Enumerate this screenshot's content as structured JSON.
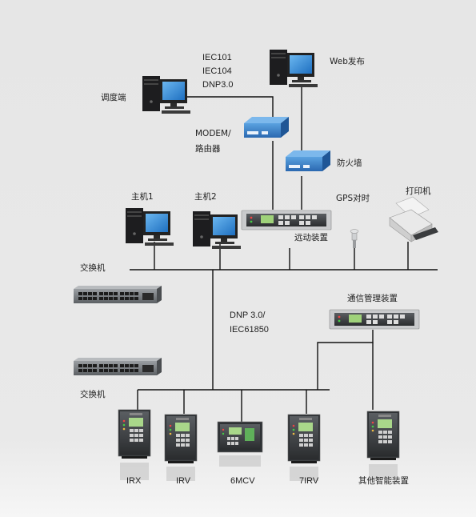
{
  "labels": {
    "protocols_top": [
      "IEC101",
      "IEC104",
      "DNP3.0"
    ],
    "web_publish": "Web发布",
    "dispatch": "调度端",
    "modem": [
      "MODEM/",
      "路由器"
    ],
    "firewall": "防火墙",
    "host1": "主机1",
    "host2": "主机2",
    "gps": "GPS对时",
    "printer": "打印机",
    "telecontrol": "远动装置",
    "switch_top": "交换机",
    "protocols_mid": [
      "DNP 3.0/",
      "IEC61850"
    ],
    "comm_mgmt": "通信管理装置",
    "switch_bottom": "交换机",
    "devices": [
      "IRX",
      "IRV",
      "6MCV",
      "7IRV",
      "其他智能装置"
    ]
  },
  "colors": {
    "line": "#111111",
    "router_blue": "#3a82c8",
    "monitor_screen": "#2f86d6",
    "device_dark": "#3a3d40",
    "background": "#e8e8e8"
  }
}
